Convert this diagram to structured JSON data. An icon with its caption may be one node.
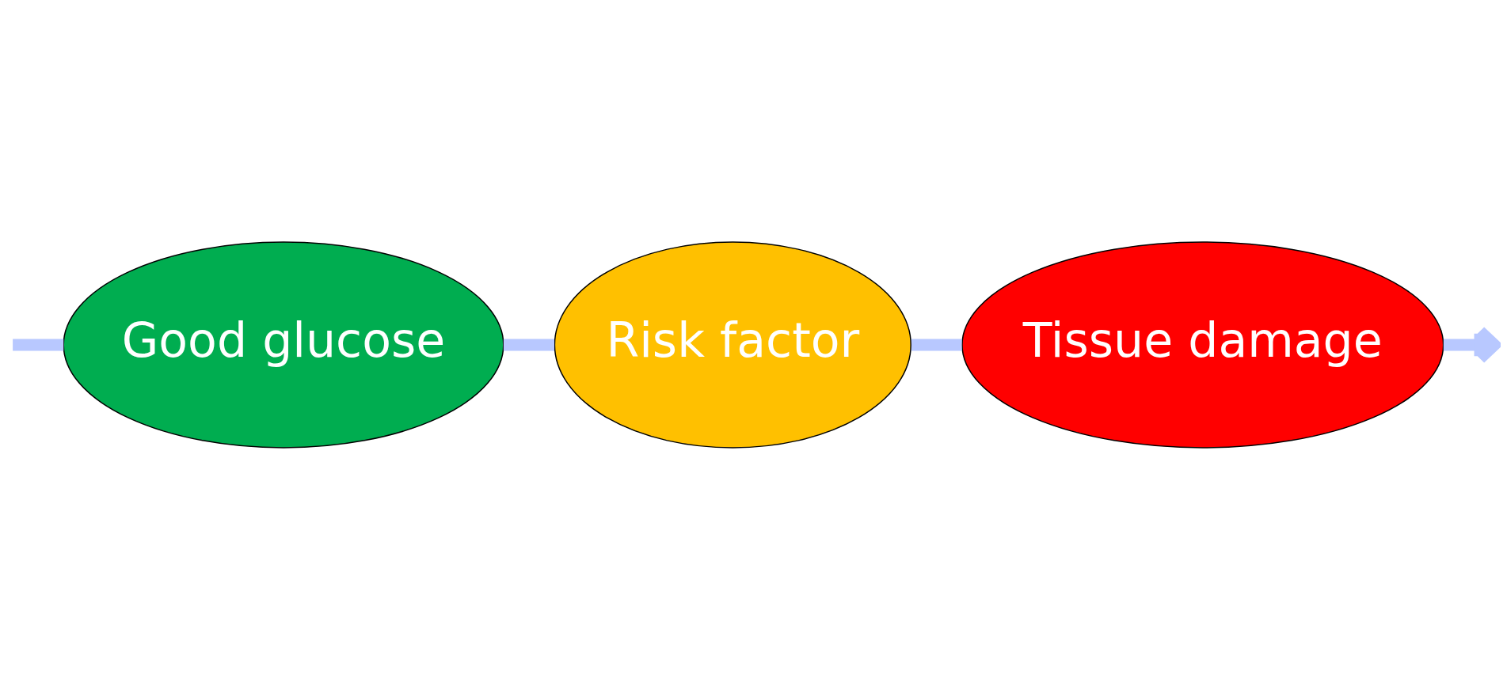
{
  "diagram": {
    "nodes": [
      {
        "text": [
          "Good glucose"
        ]
      },
      {
        "text": [
          "Risk factor"
        ]
      },
      {
        "text": [
          "Tissue damage"
        ]
      }
    ],
    "edges": [
      {
        "from": null,
        "to": 0,
        "arrow": "none"
      },
      {
        "from": 0,
        "to": 1,
        "arrow": "none"
      },
      {
        "from": 1,
        "to": 2,
        "arrow": "none"
      },
      {
        "from": 2,
        "to": null,
        "arrow": "to"
      }
    ]
  }
}
